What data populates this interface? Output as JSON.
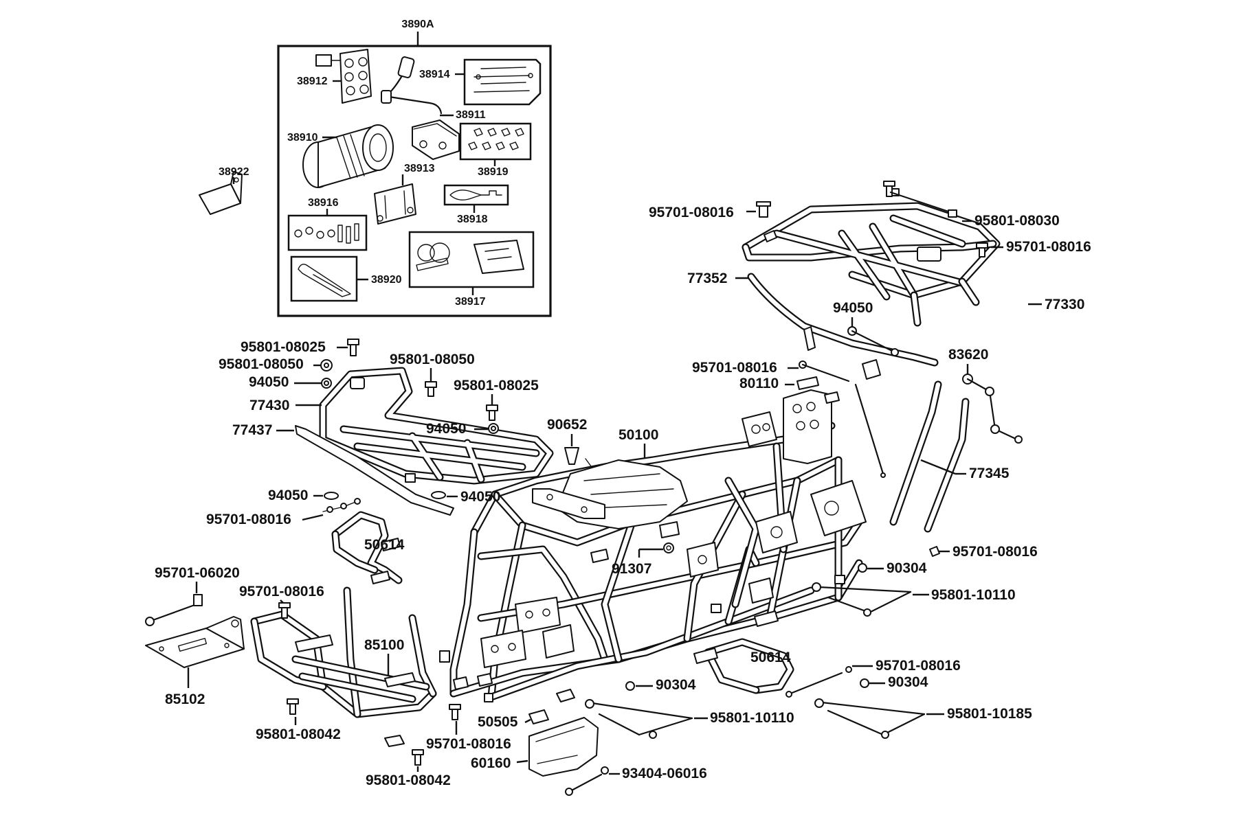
{
  "labels": {
    "kit_3890A": "3890A",
    "p38912": "38912",
    "p38914": "38914",
    "p38911": "38911",
    "p38910": "38910",
    "p38913": "38913",
    "p38919": "38919",
    "p38922": "38922",
    "p38916": "38916",
    "p38918": "38918",
    "p38920": "38920",
    "p38917": "38917",
    "p95701_08016_a": "95701-08016",
    "p95801_08030": "95801-08030",
    "p95701_08016_b": "95701-08016",
    "p77352": "77352",
    "p77330": "77330",
    "p94050_a": "94050",
    "p95801_08025_a": "95801-08025",
    "p95801_08050_a": "95801-08050",
    "p95801_08050_b": "95801-08050",
    "p94050_b": "94050",
    "p95801_08025_b": "95801-08025",
    "p77430": "77430",
    "p77437": "77437",
    "p94050_c": "94050",
    "p90652": "90652",
    "p50100": "50100",
    "p95701_08016_c": "95701-08016",
    "p83620": "83620",
    "p80110": "80110",
    "p77345": "77345",
    "p94050_d": "94050",
    "p94050_e": "94050",
    "p95701_08016_d": "95701-08016",
    "p50614_a": "50614",
    "p91307": "91307",
    "p95701_08016_e": "95701-08016",
    "p90304_a": "90304",
    "p95801_10110_a": "95801-10110",
    "p95701_06020": "95701-06020",
    "p95701_08016_f": "95701-08016",
    "p85100": "85100",
    "p85102": "85102",
    "p50614_b": "50614",
    "p95701_08016_g": "95701-08016",
    "p90304_b": "90304",
    "p90304_c": "90304",
    "p95801_10110_b": "95801-10110",
    "p95801_10185": "95801-10185",
    "p95801_08042_a": "95801-08042",
    "p50505": "50505",
    "p95701_08016_h": "95701-08016",
    "p60160": "60160",
    "p93404_06016": "93404-06016",
    "p95801_08042_b": "95801-08042"
  }
}
